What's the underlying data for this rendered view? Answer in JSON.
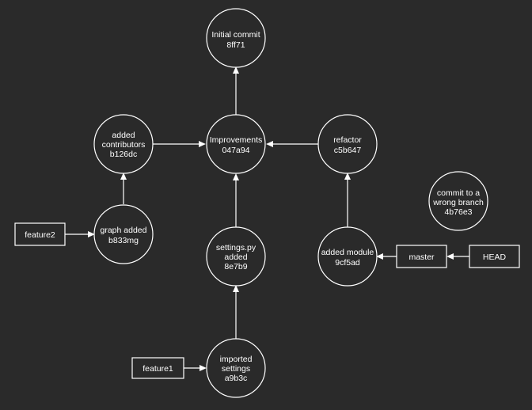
{
  "colors": {
    "background": "#2a2a2a",
    "stroke": "#ffffff",
    "text": "#ffffff"
  },
  "commits": {
    "initial": {
      "lines": [
        "Initial commit",
        "8ff71"
      ]
    },
    "improvements": {
      "lines": [
        "Improvements",
        "047a94"
      ]
    },
    "contributors": {
      "lines": [
        "added",
        "contributors",
        "b126dc"
      ]
    },
    "refactor": {
      "lines": [
        "refactor",
        "c5b647"
      ]
    },
    "graph": {
      "lines": [
        "graph added",
        "b833mg"
      ]
    },
    "settings_added": {
      "lines": [
        "settings.py",
        "added",
        "8e7b9"
      ]
    },
    "module": {
      "lines": [
        "added module",
        "9cf5ad"
      ]
    },
    "wrong_branch": {
      "lines": [
        "commit to a",
        "wrong branch",
        "4b76e3"
      ]
    },
    "imported": {
      "lines": [
        "imported",
        "settings",
        "a9b3c"
      ]
    }
  },
  "refs": {
    "feature2": "feature2",
    "feature1": "feature1",
    "master": "master",
    "head": "HEAD"
  }
}
